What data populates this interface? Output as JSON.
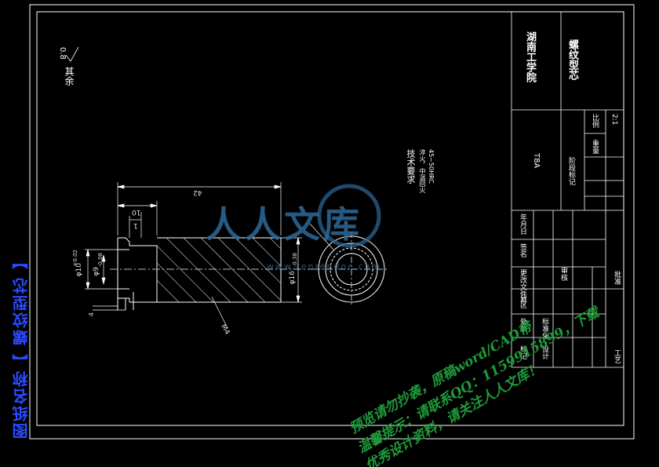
{
  "drawing": {
    "school": "湖南工学院",
    "part_name": "螺纹型芯",
    "material": "T8A",
    "scale_label": "比例",
    "scale_value": "2:1",
    "weight_label": "重量",
    "stage_mark_label": "阶段标记",
    "rows": {
      "mark": "标记",
      "count": "处数",
      "zone": "分区",
      "change_doc": "更改文件号",
      "signature": "签名",
      "date": "年月日",
      "design": "设计",
      "standard": "标准化",
      "review": "审核",
      "process": "工艺",
      "approve": "批准"
    },
    "surface_note": "其余",
    "surface_value": "0.8",
    "tech_title": "技术要求",
    "tech_line1": "淬火，中温回火",
    "tech_line2": "45~50HRC"
  },
  "dimensions": {
    "overall_length": "42",
    "step_length": "10",
    "chamfer": "1",
    "diameter_small": "φ10",
    "diameter_small_tol": "+0.02",
    "diameter_mid": "φ9",
    "diameter_mid_tol": "-0.08",
    "diameter_thread": "φ16",
    "diameter_thread_tol": "-0.38",
    "thread_depth": "4",
    "pitch_label": "M4"
  },
  "sidebar_title": "图纸名称【 螺纹型芯 】",
  "watermark": {
    "logo": "人人文库",
    "logo_sub": "www.renrendoc.com",
    "line1": "预览请勿抄袭，原稿word/CAD带",
    "line2": "温馨提示：请联系QQ：1159915899，下载",
    "line3": "优秀设计资料，请关注人人文库！"
  }
}
